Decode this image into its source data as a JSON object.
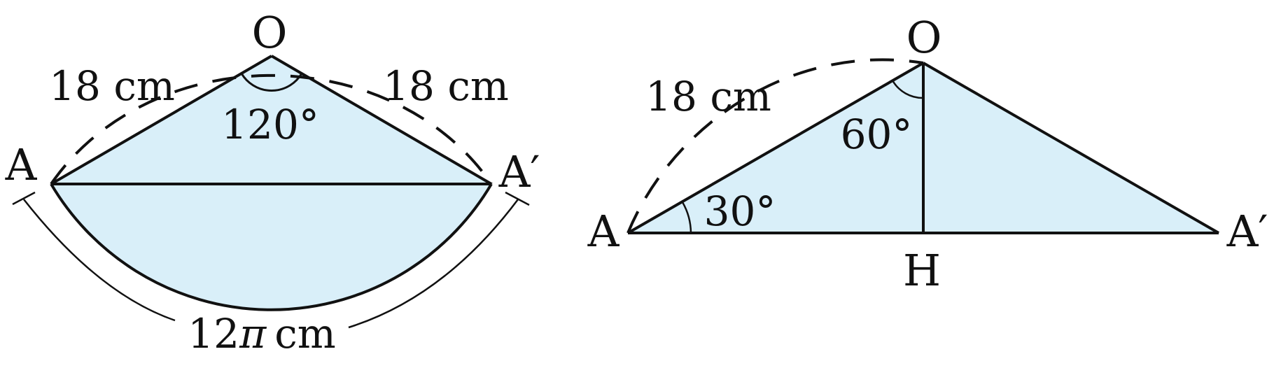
{
  "colors": {
    "fill": "#d9eff9",
    "stroke": "#111111",
    "background": "#ffffff"
  },
  "left_figure": {
    "vertex_top": "O",
    "vertex_left": "A",
    "vertex_right": "A′",
    "side_left_length": "18 cm",
    "side_right_length": "18 cm",
    "apex_angle": "120°",
    "arc_length_number": "12",
    "arc_length_symbol": "π",
    "arc_length_unit": "cm"
  },
  "right_figure": {
    "vertex_top": "O",
    "vertex_left": "A",
    "vertex_right": "A′",
    "foot": "H",
    "side_length": "18 cm",
    "angle_at_A": "30°",
    "angle_at_O": "60°"
  }
}
